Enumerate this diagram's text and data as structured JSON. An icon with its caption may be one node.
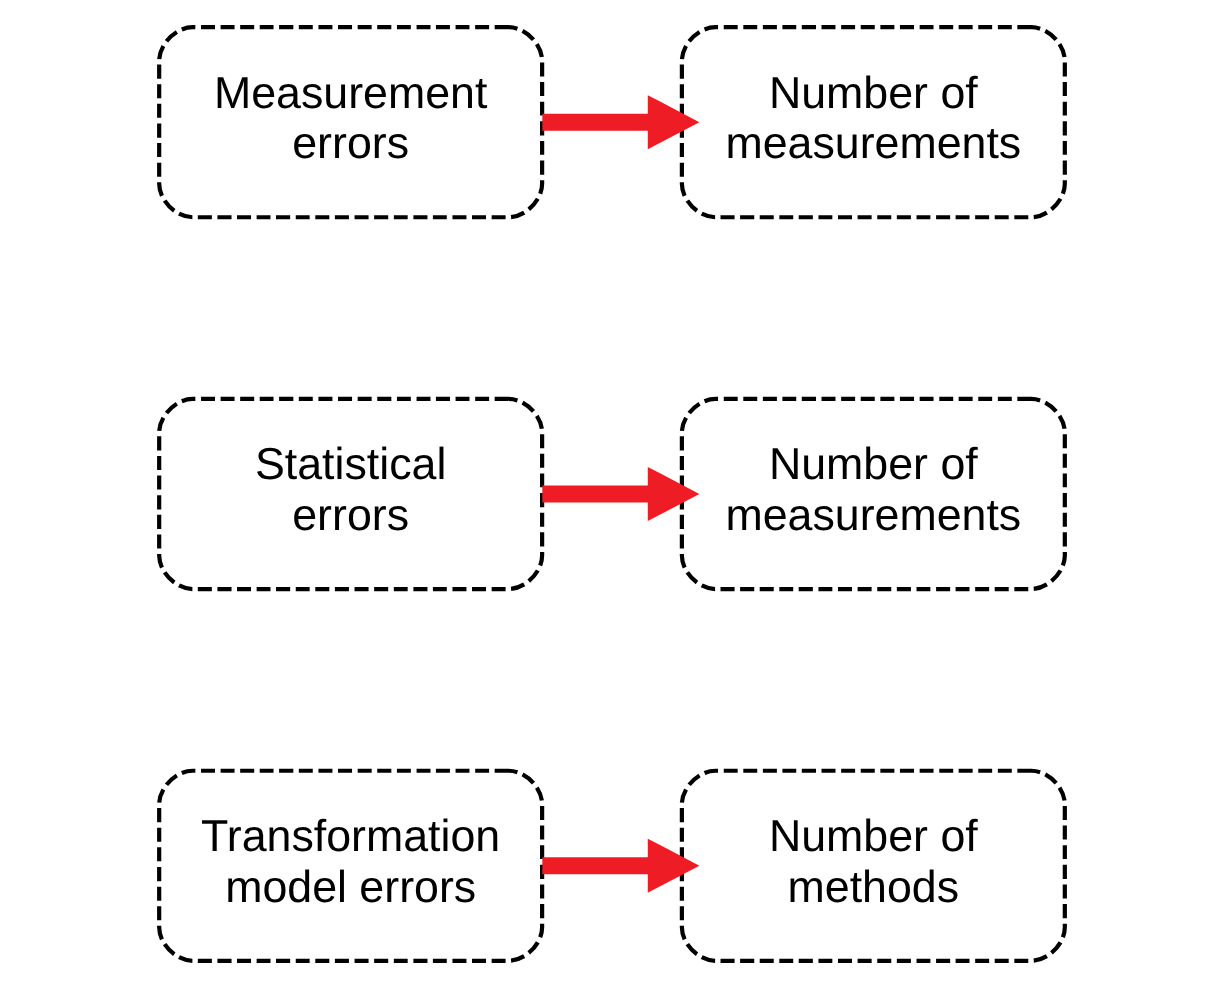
{
  "diagram": {
    "nodes": [
      {
        "text": [
          "Measurement errors"
        ]
      },
      {
        "text": [
          "Number of measurements"
        ]
      },
      {
        "text": [
          "Statistical errors"
        ]
      },
      {
        "text": [
          "Number of measurements"
        ]
      },
      {
        "text": [
          "Transformation model errors"
        ]
      },
      {
        "text": [
          "Number of methods"
        ]
      }
    ],
    "edges": [
      {
        "from": 0,
        "to": 1,
        "arrow": "to",
        "color": "#ee1c24"
      },
      {
        "from": 2,
        "to": 3,
        "arrow": "to",
        "color": "#ee1c24"
      },
      {
        "from": 4,
        "to": 5,
        "arrow": "to",
        "color": "#ee1c24"
      }
    ]
  }
}
